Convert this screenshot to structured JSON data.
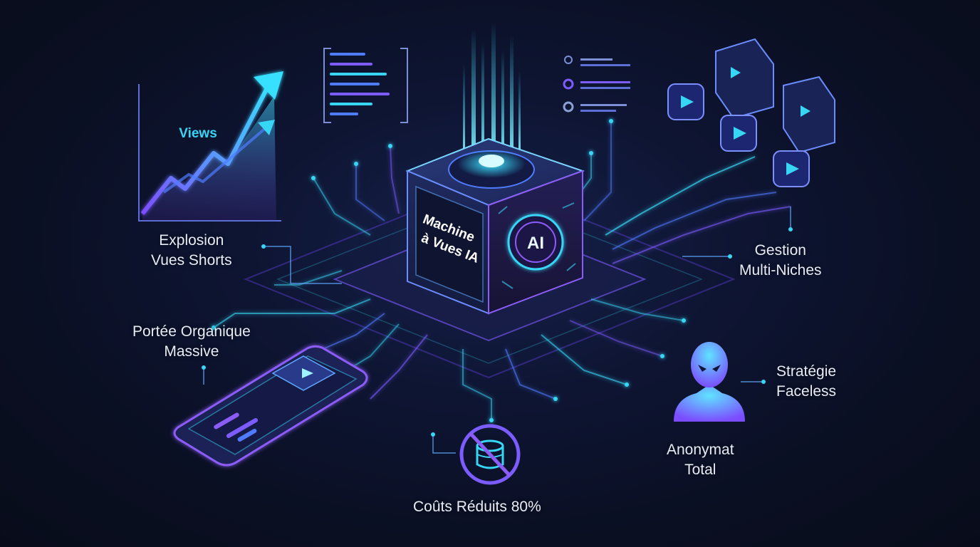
{
  "chart": {
    "label": "Views"
  },
  "cube": {
    "line1": "Machine",
    "line2": "à Vues IA",
    "badge": "AI"
  },
  "features": {
    "explosion": {
      "line1": "Explosion",
      "line2": "Vues Shorts"
    },
    "portee": {
      "line1": "Portée Organique",
      "line2": "Massive"
    },
    "couts": {
      "line1": "Coûts Réduits 80%"
    },
    "anonymat": {
      "line1": "Anonymat",
      "line2": "Total"
    },
    "strategie": {
      "line1": "Stratégie",
      "line2": "Faceless"
    },
    "gestion": {
      "line1": "Gestion",
      "line2": "Multi-Niches"
    }
  },
  "colors": {
    "cyan": "#38d6f5",
    "violet": "#8b5cf6",
    "blue": "#4f7cff",
    "background": "#0b1120"
  },
  "icons": [
    "growth-chart-icon",
    "document-list-icon",
    "checklist-icon",
    "video-window-icon",
    "play-icon",
    "smartphone-icon",
    "no-money-icon",
    "faceless-avatar-icon"
  ]
}
